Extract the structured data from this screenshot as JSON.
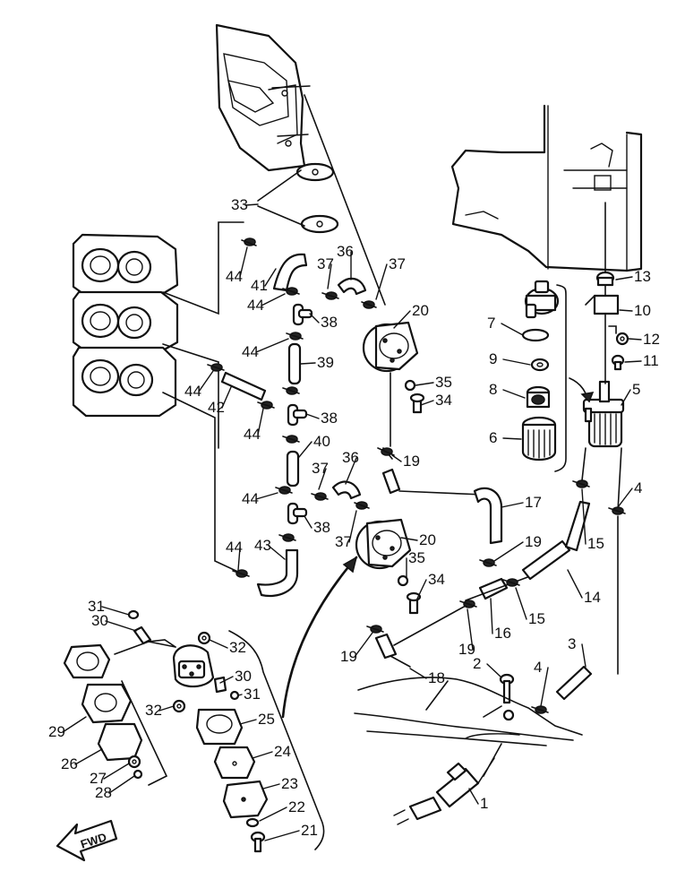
{
  "diagram": {
    "fwd_label": "FWD",
    "callouts": [
      "1",
      "2",
      "3",
      "4",
      "5",
      "6",
      "7",
      "8",
      "9",
      "10",
      "11",
      "12",
      "13",
      "14",
      "15",
      "16",
      "17",
      "18",
      "19",
      "20",
      "21",
      "22",
      "23",
      "24",
      "25",
      "26",
      "27",
      "28",
      "29",
      "30",
      "31",
      "32",
      "33",
      "34",
      "35",
      "36",
      "37",
      "38",
      "39",
      "40",
      "41",
      "42",
      "43",
      "44"
    ]
  }
}
